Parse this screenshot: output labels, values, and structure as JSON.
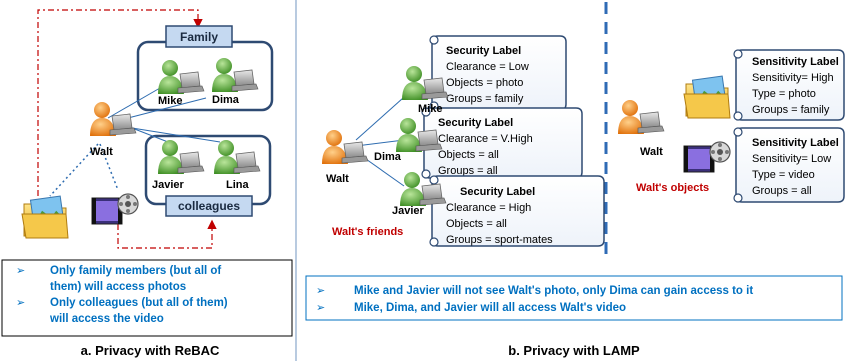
{
  "rebac": {
    "family_label": "Family",
    "colleagues_label": "colleagues",
    "people": {
      "mike": "Mike",
      "dima": "Dima",
      "walt": "Walt",
      "javier": "Javier",
      "lina": "Lina"
    },
    "notes": [
      "Only family members (but all of",
      "them) will access photos",
      "Only colleagues (but all of them)",
      "will access the video"
    ],
    "caption": "a. Privacy with ReBAC"
  },
  "lamp": {
    "people": {
      "mike": "Mike",
      "dima": "Dima",
      "walt": "Walt",
      "javier": "Javier"
    },
    "friends_caption": "Walt's friends",
    "objects_caption": "Walt's objects",
    "objects_walt": "Walt",
    "security_labels": [
      {
        "title": "Security Label",
        "lines": [
          "Clearance = Low",
          "Objects = photo",
          "Groups = family"
        ]
      },
      {
        "title": "Security Label",
        "lines": [
          "Clearance = V.High",
          "Objects = all",
          "Groups = all"
        ]
      },
      {
        "title": "Security Label",
        "lines": [
          "Clearance = High",
          "Objects = all",
          "Groups = sport-mates"
        ]
      }
    ],
    "sensitivity_labels": [
      {
        "title": "Sensitivity Label",
        "lines": [
          "Sensitivity= High",
          "Type = photo",
          "Groups = family"
        ]
      },
      {
        "title": "Sensitivity Label",
        "lines": [
          "Sensitivity= Low",
          "Type = video",
          "Groups = all"
        ]
      }
    ],
    "notes": [
      "Mike and Javier  will not see Walt's photo, only Dima can gain access to it",
      "Mike, Dima, and Javier will all access Walt's video"
    ],
    "caption": "b. Privacy with LAMP"
  },
  "bullet": "➢",
  "colors": {
    "box_border": "#2e4a72",
    "box_fill": "#c5d9f1",
    "note_border": "#0070c0",
    "note_text": "#0070c0",
    "red": "#c00000",
    "person_green": "#5aa83a",
    "person_orange": "#f08a1c"
  }
}
